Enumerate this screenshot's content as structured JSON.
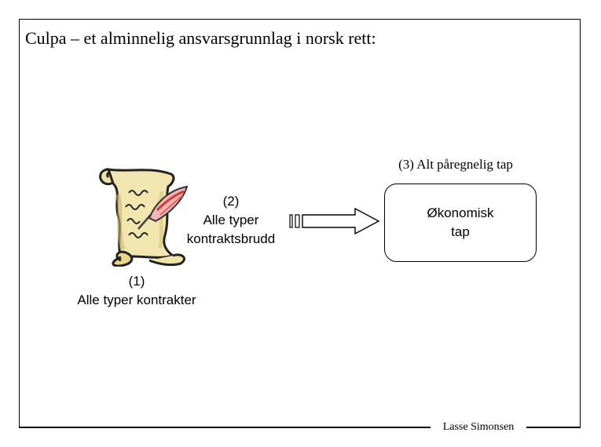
{
  "slide": {
    "title": "Culpa – et alminnelig ansvarsgrunnlag i norsk rett:",
    "footer": "Lasse Simonsen"
  },
  "diagram": {
    "contract_icon": "scroll-with-quill-icon",
    "label_1": "(1)\nAlle typer kontrakter",
    "label_2": "(2)\nAlle typer\nkontraktsbrudd",
    "label_3": "(3) Alt påregnelig tap",
    "box_text": "Økonomisk\ntap",
    "arrow_icon": "striped-right-arrow-icon"
  }
}
